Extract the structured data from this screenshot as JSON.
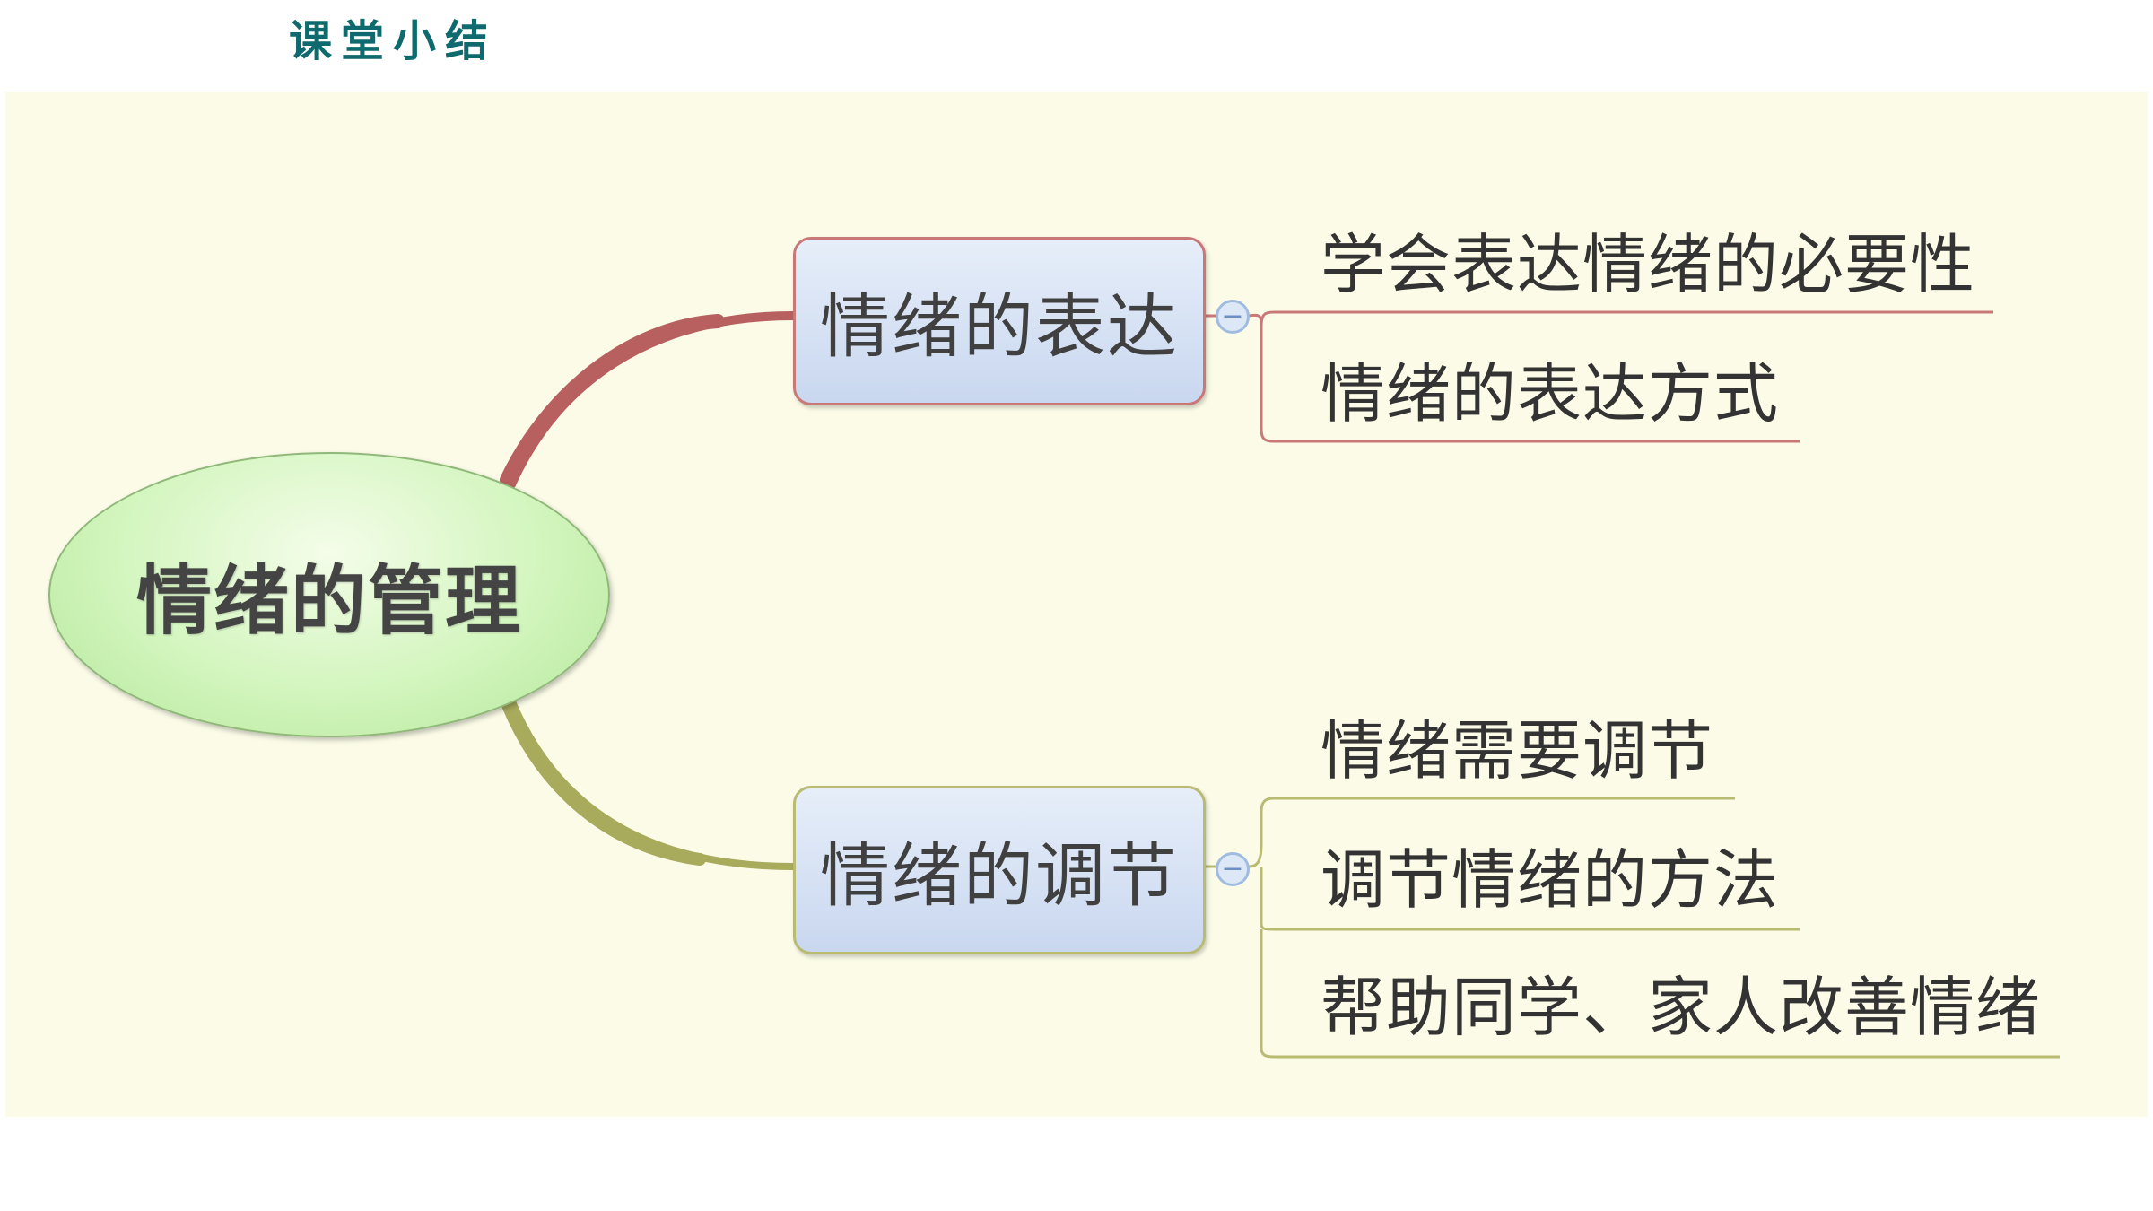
{
  "heading": "课堂小结",
  "mindmap": {
    "root": {
      "label": "情绪的管理"
    },
    "branches": [
      {
        "label": "情绪的表达",
        "color": "#c97878",
        "children": [
          "学会表达情绪的必要性",
          "情绪的表达方式"
        ]
      },
      {
        "label": "情绪的调节",
        "color": "#b9bb72",
        "children": [
          "情绪需要调节",
          "调节情绪的方法",
          "帮助同学、家人改善情绪"
        ]
      }
    ],
    "toggle_symbol": "−"
  },
  "colors": {
    "heading": "#0e6a6e",
    "panel_background": "#fbfbe8",
    "root_fill": "#c9f0b0",
    "branch_fill": "#d3e0f3"
  }
}
